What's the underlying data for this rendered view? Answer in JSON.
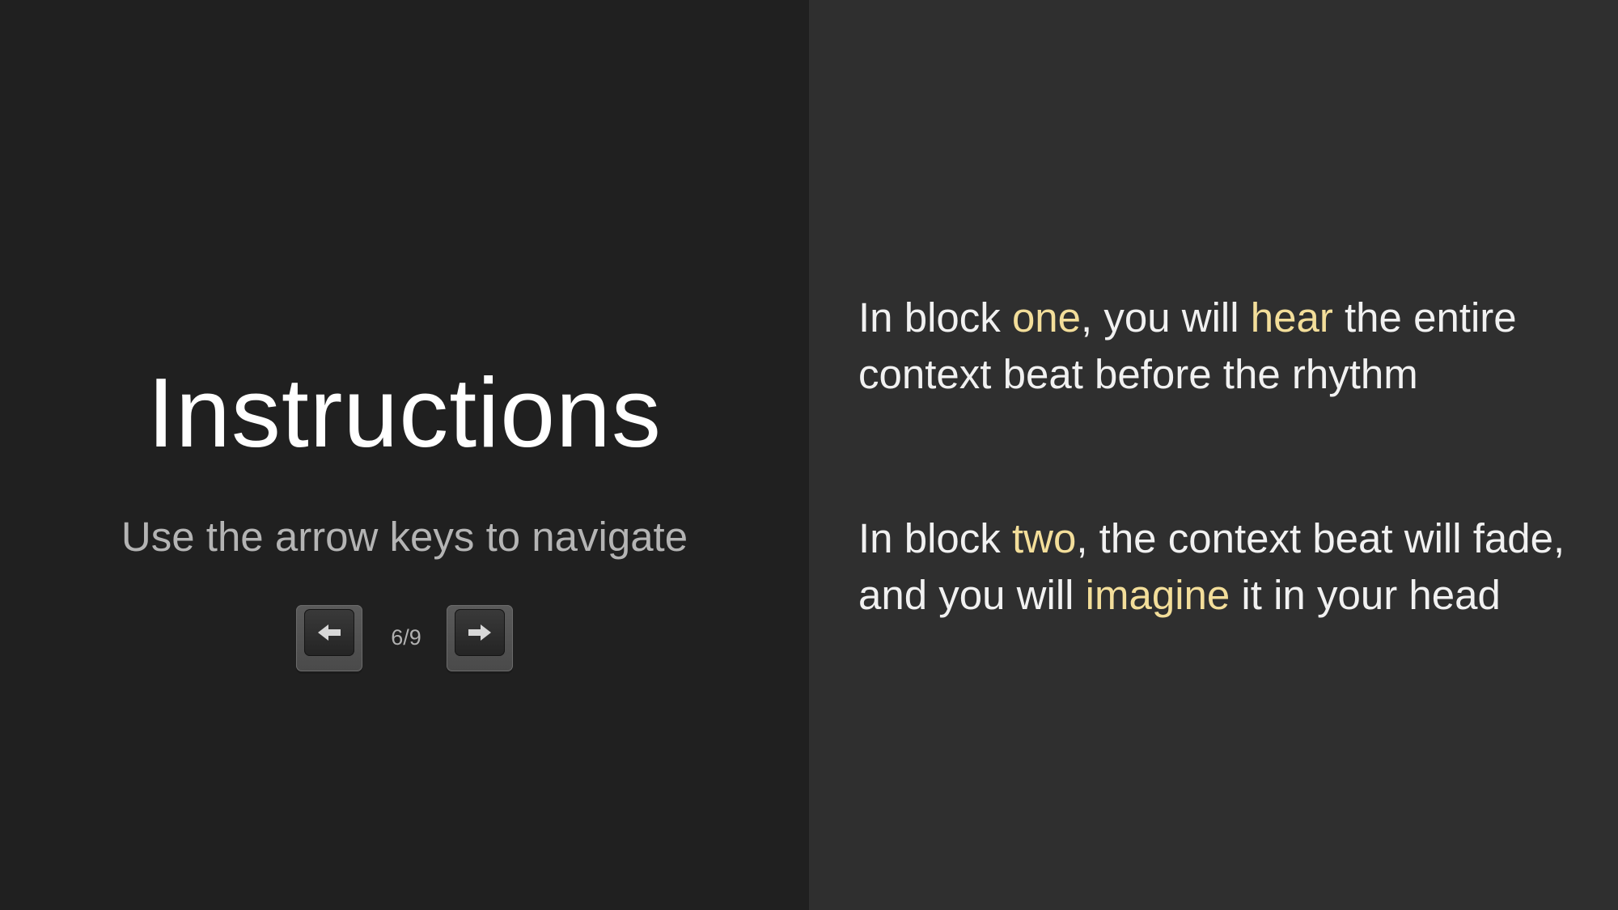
{
  "title": "Instructions",
  "subtitle": "Use the arrow keys to navigate",
  "navigation": {
    "page_counter": "6/9",
    "prev_icon": "left-arrow-key-icon",
    "next_icon": "right-arrow-key-icon"
  },
  "instructions": [
    {
      "parts": [
        {
          "text": "In block ",
          "highlight": false
        },
        {
          "text": "one",
          "highlight": true
        },
        {
          "text": ", you will ",
          "highlight": false
        },
        {
          "text": "hear",
          "highlight": true
        },
        {
          "text": " the entire context beat before the rhythm",
          "highlight": false
        }
      ]
    },
    {
      "parts": [
        {
          "text": "In block ",
          "highlight": false
        },
        {
          "text": "two",
          "highlight": true
        },
        {
          "text": ", the context beat will fade, and you will ",
          "highlight": false
        },
        {
          "text": "imagine",
          "highlight": true
        },
        {
          "text": " it in your head",
          "highlight": false
        }
      ]
    }
  ],
  "colors": {
    "left_background": "#202020",
    "right_background": "#2f2f2f",
    "title_text": "#ffffff",
    "subtitle_text": "#b4b4b4",
    "body_text": "#f1f1f1",
    "highlight": "#f3de9a"
  }
}
